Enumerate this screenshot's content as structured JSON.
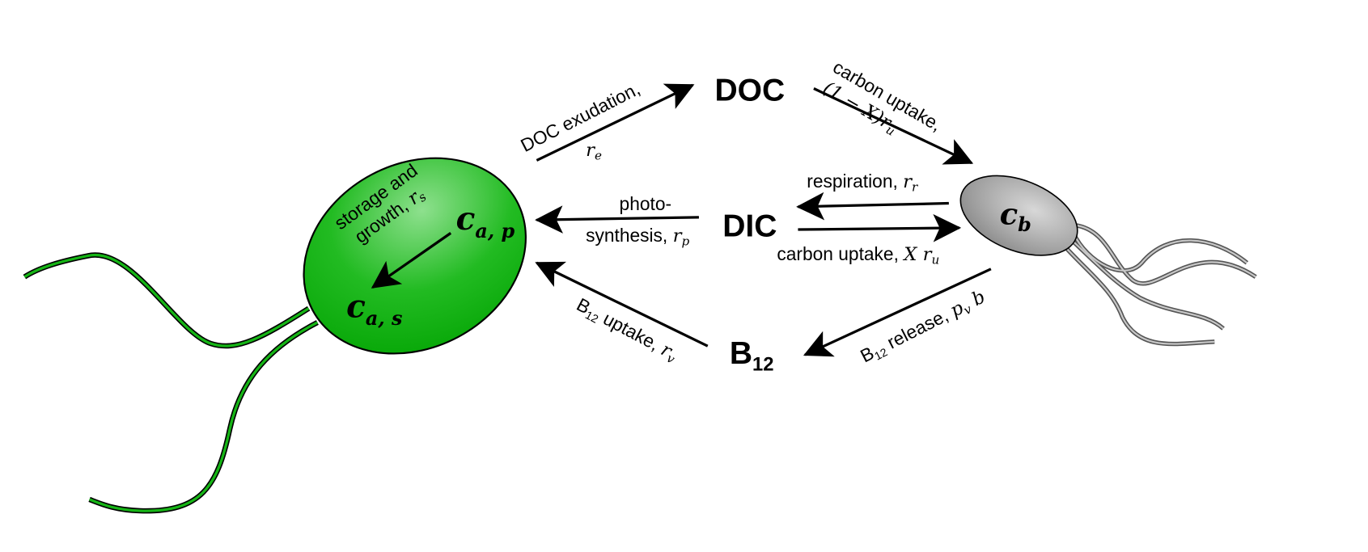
{
  "pools": {
    "doc": "DOC",
    "dic": "DIC",
    "b12_base": "B",
    "b12_sub": "12"
  },
  "cells": {
    "alga_pool_p": {
      "base": "c",
      "sub": "a, p"
    },
    "alga_pool_s": {
      "base": "c",
      "sub": "a, s"
    },
    "bacteria": {
      "base": "c",
      "sub": "b"
    }
  },
  "fluxes": {
    "doc_exudation": {
      "text": "DOC exudation,",
      "rate": "r",
      "rate_sub": "e"
    },
    "carbon_uptake_doc": {
      "text": "carbon uptake,",
      "rate": "(1 − X)r",
      "rate_sub": "u"
    },
    "respiration": {
      "text": "respiration, ",
      "rate": "r",
      "rate_sub": "r"
    },
    "photosynthesis": {
      "line1": "photo-",
      "text": "synthesis, ",
      "rate": "r",
      "rate_sub": "p"
    },
    "carbon_uptake_dic": {
      "text": "carbon uptake, ",
      "rate": "X r",
      "rate_sub": "u"
    },
    "b12_uptake": {
      "b": "B",
      "b_sub": "12",
      "text": " uptake, ",
      "rate": "r",
      "rate_sub": "v"
    },
    "b12_release": {
      "b": "B",
      "b_sub": "12",
      "text": " release, ",
      "rate": "p",
      "rate_sub": "v",
      "rate_tail": " b"
    },
    "storage_growth": {
      "line1": "storage and",
      "text": "growth, ",
      "rate": "r",
      "rate_sub": "s"
    }
  },
  "colors": {
    "alga": "#16b516",
    "alga_highlight": "#8ee08e",
    "bacteria": "#9a9a9a",
    "bacteria_highlight": "#d8d8d8",
    "arrow": "#000000"
  }
}
